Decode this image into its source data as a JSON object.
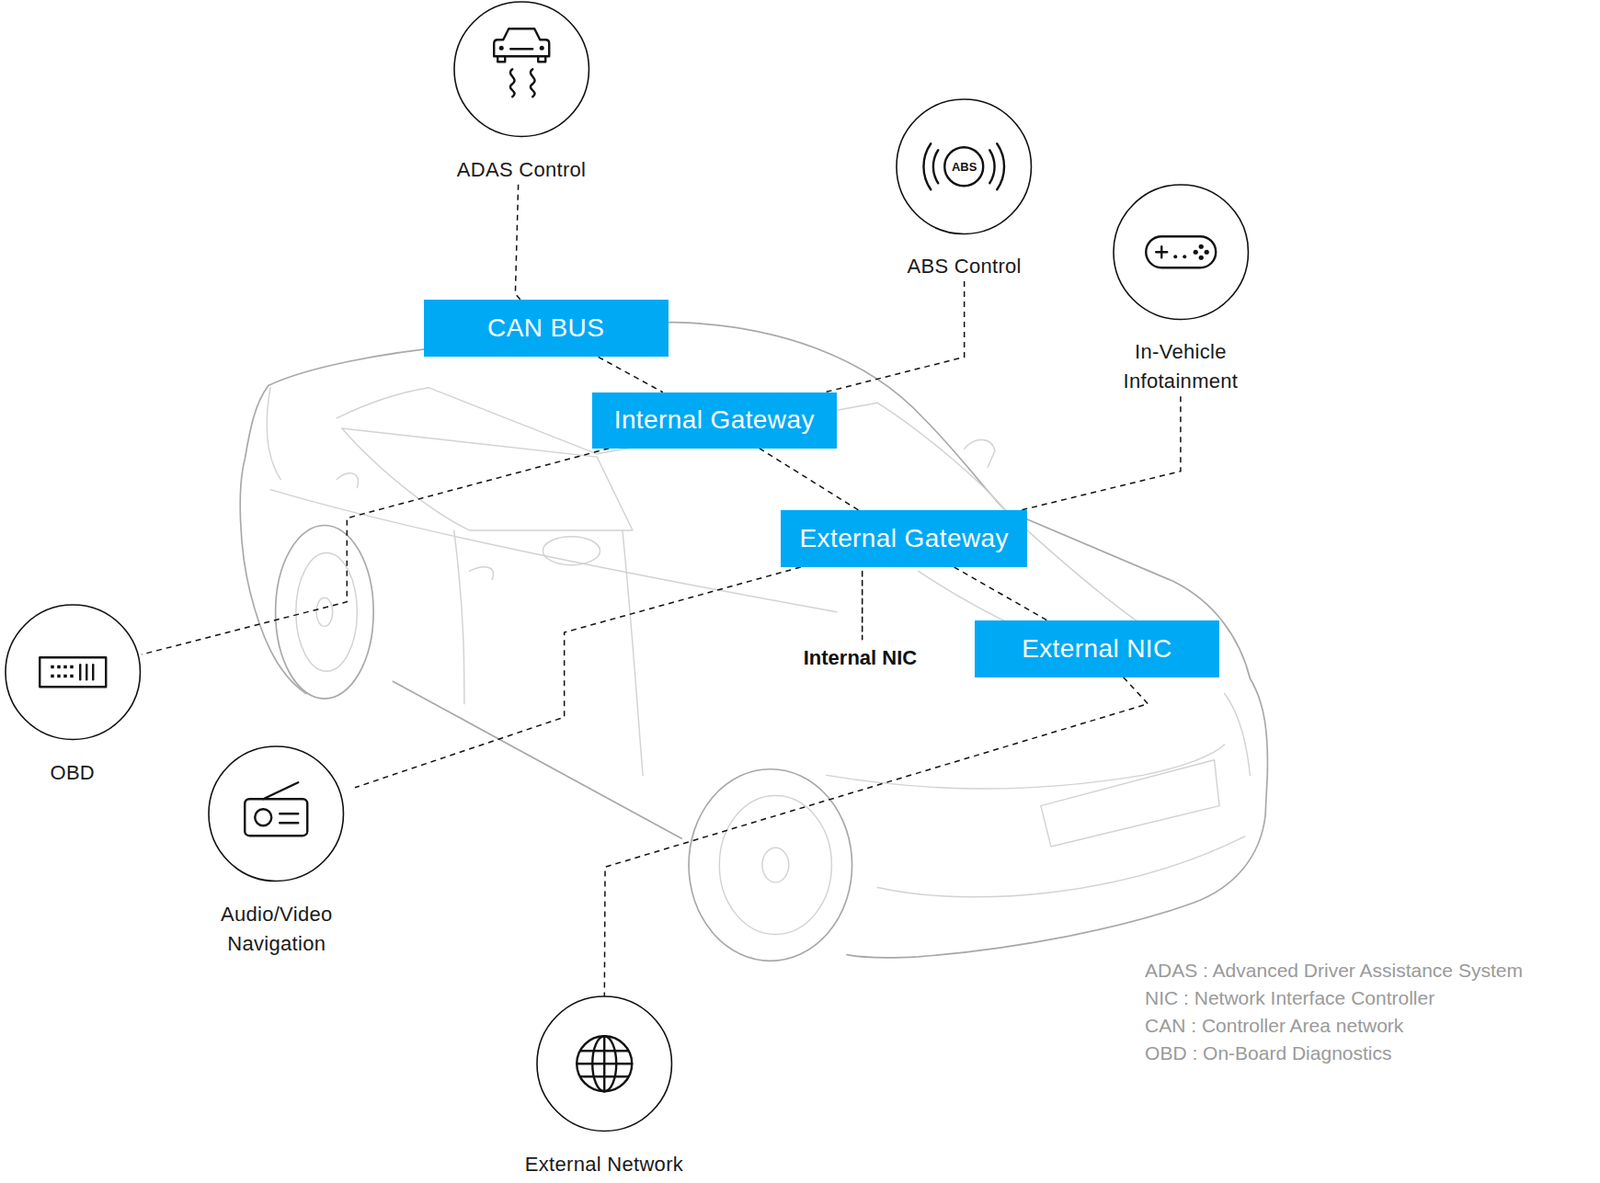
{
  "diagram": {
    "nodes": [
      {
        "text": [
          "ADAS Control"
        ]
      },
      {
        "text": [
          "ABS",
          "ABS Control"
        ]
      },
      {
        "text": [
          "CAN BUS"
        ]
      },
      {
        "text": [
          "In-Vehicle Infotainment"
        ]
      },
      {
        "text": [
          "Internal Gateway"
        ]
      },
      {
        "text": [
          "External Gateway"
        ]
      },
      {
        "text": [
          "OBD"
        ]
      },
      {
        "text": [
          "External NIC"
        ]
      },
      {
        "text": [
          "Audio/Video Navigation"
        ]
      },
      {
        "text": [
          "External Network"
        ]
      }
    ],
    "edges": [
      {
        "from": 0,
        "to": 2,
        "arrow": "none"
      },
      {
        "from": 2,
        "to": 4,
        "arrow": "none"
      },
      {
        "from": 1,
        "to": 4,
        "arrow": "none"
      },
      {
        "from": 4,
        "to": 6,
        "arrow": "none"
      },
      {
        "from": 4,
        "to": 5,
        "arrow": "none"
      },
      {
        "from": 3,
        "to": 5,
        "arrow": "none"
      },
      {
        "from": 5,
        "to": 8,
        "arrow": "none"
      },
      {
        "from": 5,
        "to": 7,
        "arrow": "none"
      },
      {
        "from": 7,
        "to": 9,
        "arrow": "none"
      }
    ],
    "labels": [
      "Internal NIC",
      "ADAS : Advanced Driver Assistance System",
      "NIC : Network Interface Controller",
      "CAN : Controller Area network",
      "OBD : On-Board Diagnostics"
    ]
  }
}
